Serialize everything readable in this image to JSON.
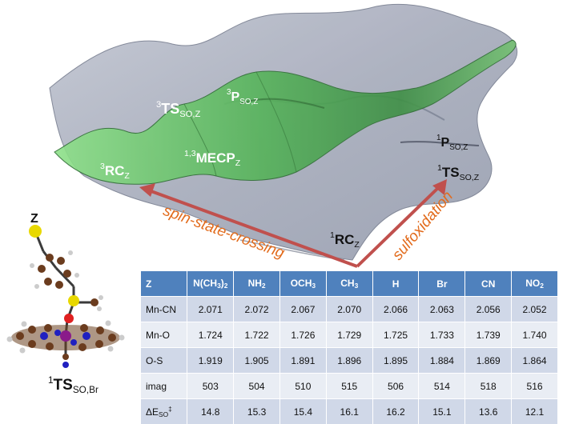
{
  "surface_labels": {
    "ts3": {
      "sup": "3",
      "main": "TS",
      "sub": "SO,Z"
    },
    "p3": {
      "sup": "3",
      "main": "P",
      "sub": "SO,Z"
    },
    "rc3": {
      "sup": "3",
      "main": "RC",
      "sub": "Z"
    },
    "mecp": {
      "sup": "1,3",
      "main": "MECP",
      "sub": "Z"
    },
    "p1": {
      "sup": "1",
      "main": "P",
      "sub": "SO,Z"
    },
    "ts1": {
      "sup": "1",
      "main": "TS",
      "sub": "SO,Z"
    },
    "rc1": {
      "sup": "1",
      "main": "RC",
      "sub": "Z"
    }
  },
  "arrows": {
    "crossing_text": "spin-state-crossing",
    "sulfox_text": "sulfoxidation"
  },
  "molecule": {
    "z_label": "Z",
    "caption": {
      "sup": "1",
      "main": "TS",
      "sub": "SO,Br"
    }
  },
  "colors": {
    "singlet_surface": "#a9aebd",
    "triplet_surface": "#7fd27f",
    "arrow": "#c0504d",
    "table_header": "#4f81bd",
    "row_dark": "#d0d8e8",
    "row_light": "#e9edf4"
  },
  "table": {
    "header": [
      {
        "base": "Z"
      },
      {
        "parts": [
          "N(CH",
          "3",
          ")",
          "2",
          ""
        ]
      },
      {
        "parts": [
          "NH",
          "2",
          ""
        ]
      },
      {
        "parts": [
          "OCH",
          "3",
          ""
        ]
      },
      {
        "parts": [
          "CH",
          "3",
          ""
        ]
      },
      {
        "base": "H"
      },
      {
        "base": "Br"
      },
      {
        "base": "CN"
      },
      {
        "parts": [
          "NO",
          "2",
          ""
        ]
      }
    ],
    "rows": [
      {
        "label": "Mn-CN",
        "values": [
          "2.071",
          "2.072",
          "2.067",
          "2.070",
          "2.066",
          "2.063",
          "2.056",
          "2.052"
        ]
      },
      {
        "label": "Mn-O",
        "values": [
          "1.724",
          "1.722",
          "1.726",
          "1.729",
          "1.725",
          "1.733",
          "1.739",
          "1.740"
        ]
      },
      {
        "label": "O-S",
        "values": [
          "1.919",
          "1.905",
          "1.891",
          "1.896",
          "1.895",
          "1.884",
          "1.869",
          "1.864"
        ]
      },
      {
        "label": "imag",
        "values": [
          "503",
          "504",
          "510",
          "515",
          "506",
          "514",
          "518",
          "516"
        ]
      },
      {
        "label": "ΔE",
        "label_sub": "SO",
        "label_sup": "‡",
        "values": [
          "14.8",
          "15.3",
          "15.4",
          "16.1",
          "16.2",
          "15.1",
          "13.6",
          "12.1"
        ]
      }
    ]
  }
}
